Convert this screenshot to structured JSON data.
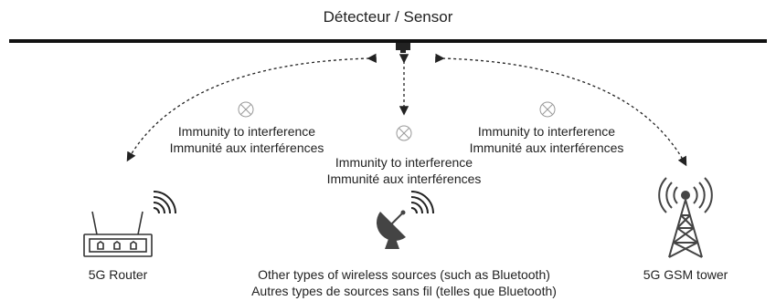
{
  "title": "Détecteur / Sensor",
  "links": [
    {
      "id": "router-link",
      "text_en": "Immunity to interference",
      "text_fr": "Immunité aux interférences"
    },
    {
      "id": "bluetooth-link",
      "text_en": "Immunity to interference",
      "text_fr": "Immunité aux interférences"
    },
    {
      "id": "gsm-link",
      "text_en": "Immunity to interference",
      "text_fr": "Immunité aux interférences"
    }
  ],
  "nodes": {
    "router": {
      "label": "5G Router",
      "icon": "router-icon"
    },
    "other": {
      "label_en": "Other types of wireless sources (such as Bluetooth)",
      "label_fr": "Autres types de sources sans fil (telles que Bluetooth)",
      "icon": "satellite-dish-icon"
    },
    "tower": {
      "label": "5G GSM tower",
      "icon": "cell-tower-icon"
    }
  },
  "colors": {
    "line": "#111111",
    "ink": "#333333",
    "muted": "#999999"
  }
}
